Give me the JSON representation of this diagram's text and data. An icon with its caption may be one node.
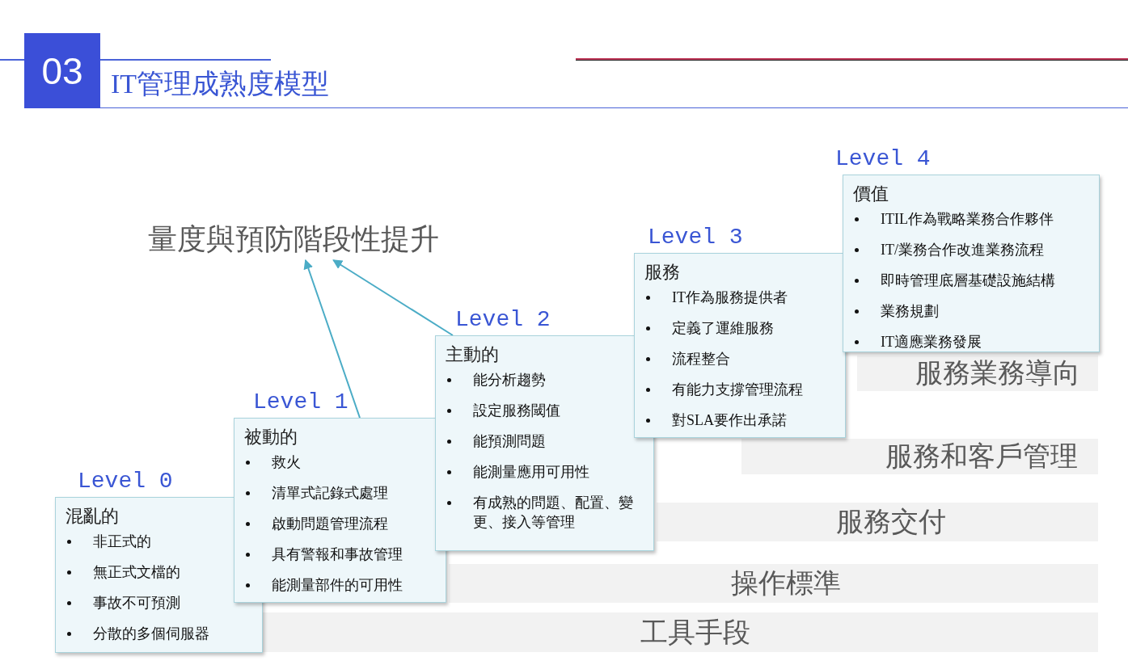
{
  "diagram": {
    "title": "IT管理成熟度模型",
    "nodes": [
      {
        "text": [
          "量度與預防階段性提升"
        ]
      },
      {
        "text": [
          "Level 0",
          "混亂的",
          "非正式的",
          "無正式文檔的",
          "事故不可預測",
          "分散的多個伺服器"
        ]
      },
      {
        "text": [
          "Level 1",
          "被動的",
          "救火",
          "清單式記錄式處理",
          "啟動問題管理流程",
          "具有警報和事故管理",
          "能測量部件的可用性"
        ]
      },
      {
        "text": [
          "Level 2",
          "主動的",
          "能分析趨勢",
          "設定服務閾值",
          "能預測問題",
          "能測量應用可用性",
          "有成熟的問題、配置、變更、接入等管理"
        ]
      },
      {
        "text": [
          "Level 3",
          "服務",
          "IT作為服務提供者",
          "定義了運維服務",
          "流程整合",
          "有能力支撐管理流程",
          "對SLA要作出承諾"
        ]
      },
      {
        "text": [
          "Level 4",
          "價值",
          "ITIL作為戰略業務合作夥伴",
          "IT/業務合作改進業務流程",
          "即時管理底層基礎設施結構",
          "業務規劃",
          "IT適應業務發展"
        ]
      },
      {
        "text": [
          "服務業務導向"
        ]
      },
      {
        "text": [
          "服務和客戶管理"
        ]
      },
      {
        "text": [
          "服務交付"
        ]
      },
      {
        "text": [
          "操作標準"
        ]
      },
      {
        "text": [
          "工具手段"
        ]
      }
    ],
    "edges": [
      {
        "from": 2,
        "to": 0,
        "arrow": "to",
        "color": "#4bacc6"
      },
      {
        "from": 3,
        "to": 0,
        "arrow": "to",
        "color": "#4bacc6"
      }
    ],
    "labels": [
      "03"
    ]
  }
}
